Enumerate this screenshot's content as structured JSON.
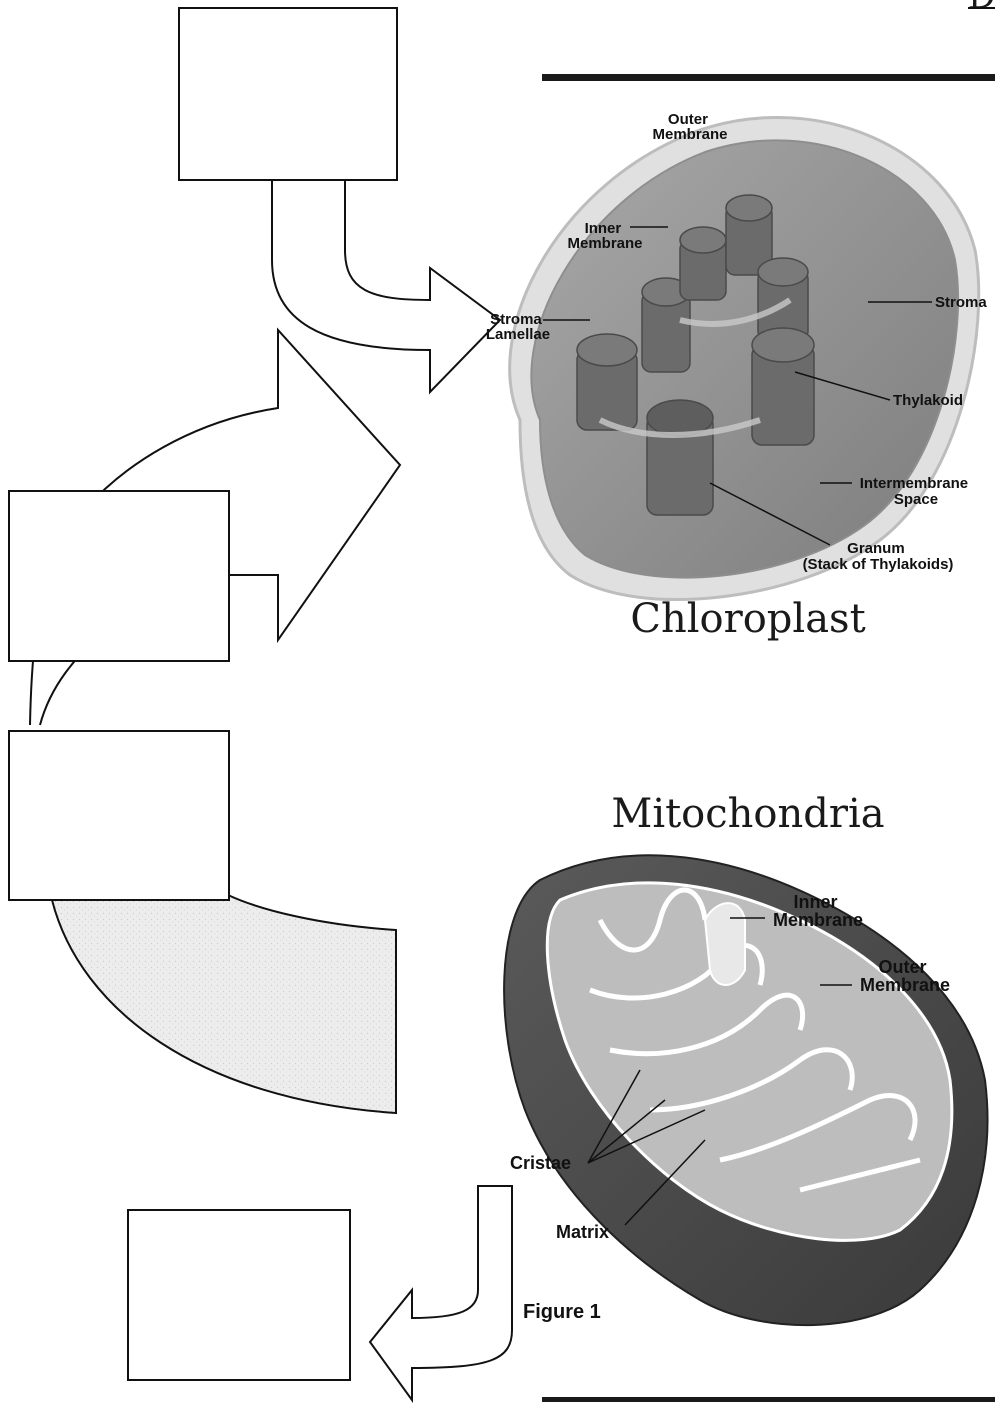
{
  "corner_text": "D",
  "chloroplast": {
    "title": "Chloroplast",
    "labels": {
      "outer_membrane": [
        "Outer",
        "Membrane"
      ],
      "inner_membrane": [
        "Inner",
        "Membrane"
      ],
      "stroma_lamellae": [
        "Stroma",
        "Lamellae"
      ],
      "stroma": "Stroma",
      "thylakoid": "Thylakoid",
      "intermembrane_space": [
        "Intermembrane",
        "Space"
      ],
      "granum": [
        "Granum",
        "(Stack of Thylakoids)"
      ]
    }
  },
  "mitochondria": {
    "title": "Mitochondria",
    "labels": {
      "inner_membrane": [
        "Inner",
        "Membrane"
      ],
      "outer_membrane": [
        "Outer",
        "Membrane"
      ],
      "cristae": "Cristae",
      "matrix": "Matrix"
    }
  },
  "figure_caption": "Figure 1",
  "answer_boxes": [
    "",
    "",
    "",
    ""
  ]
}
